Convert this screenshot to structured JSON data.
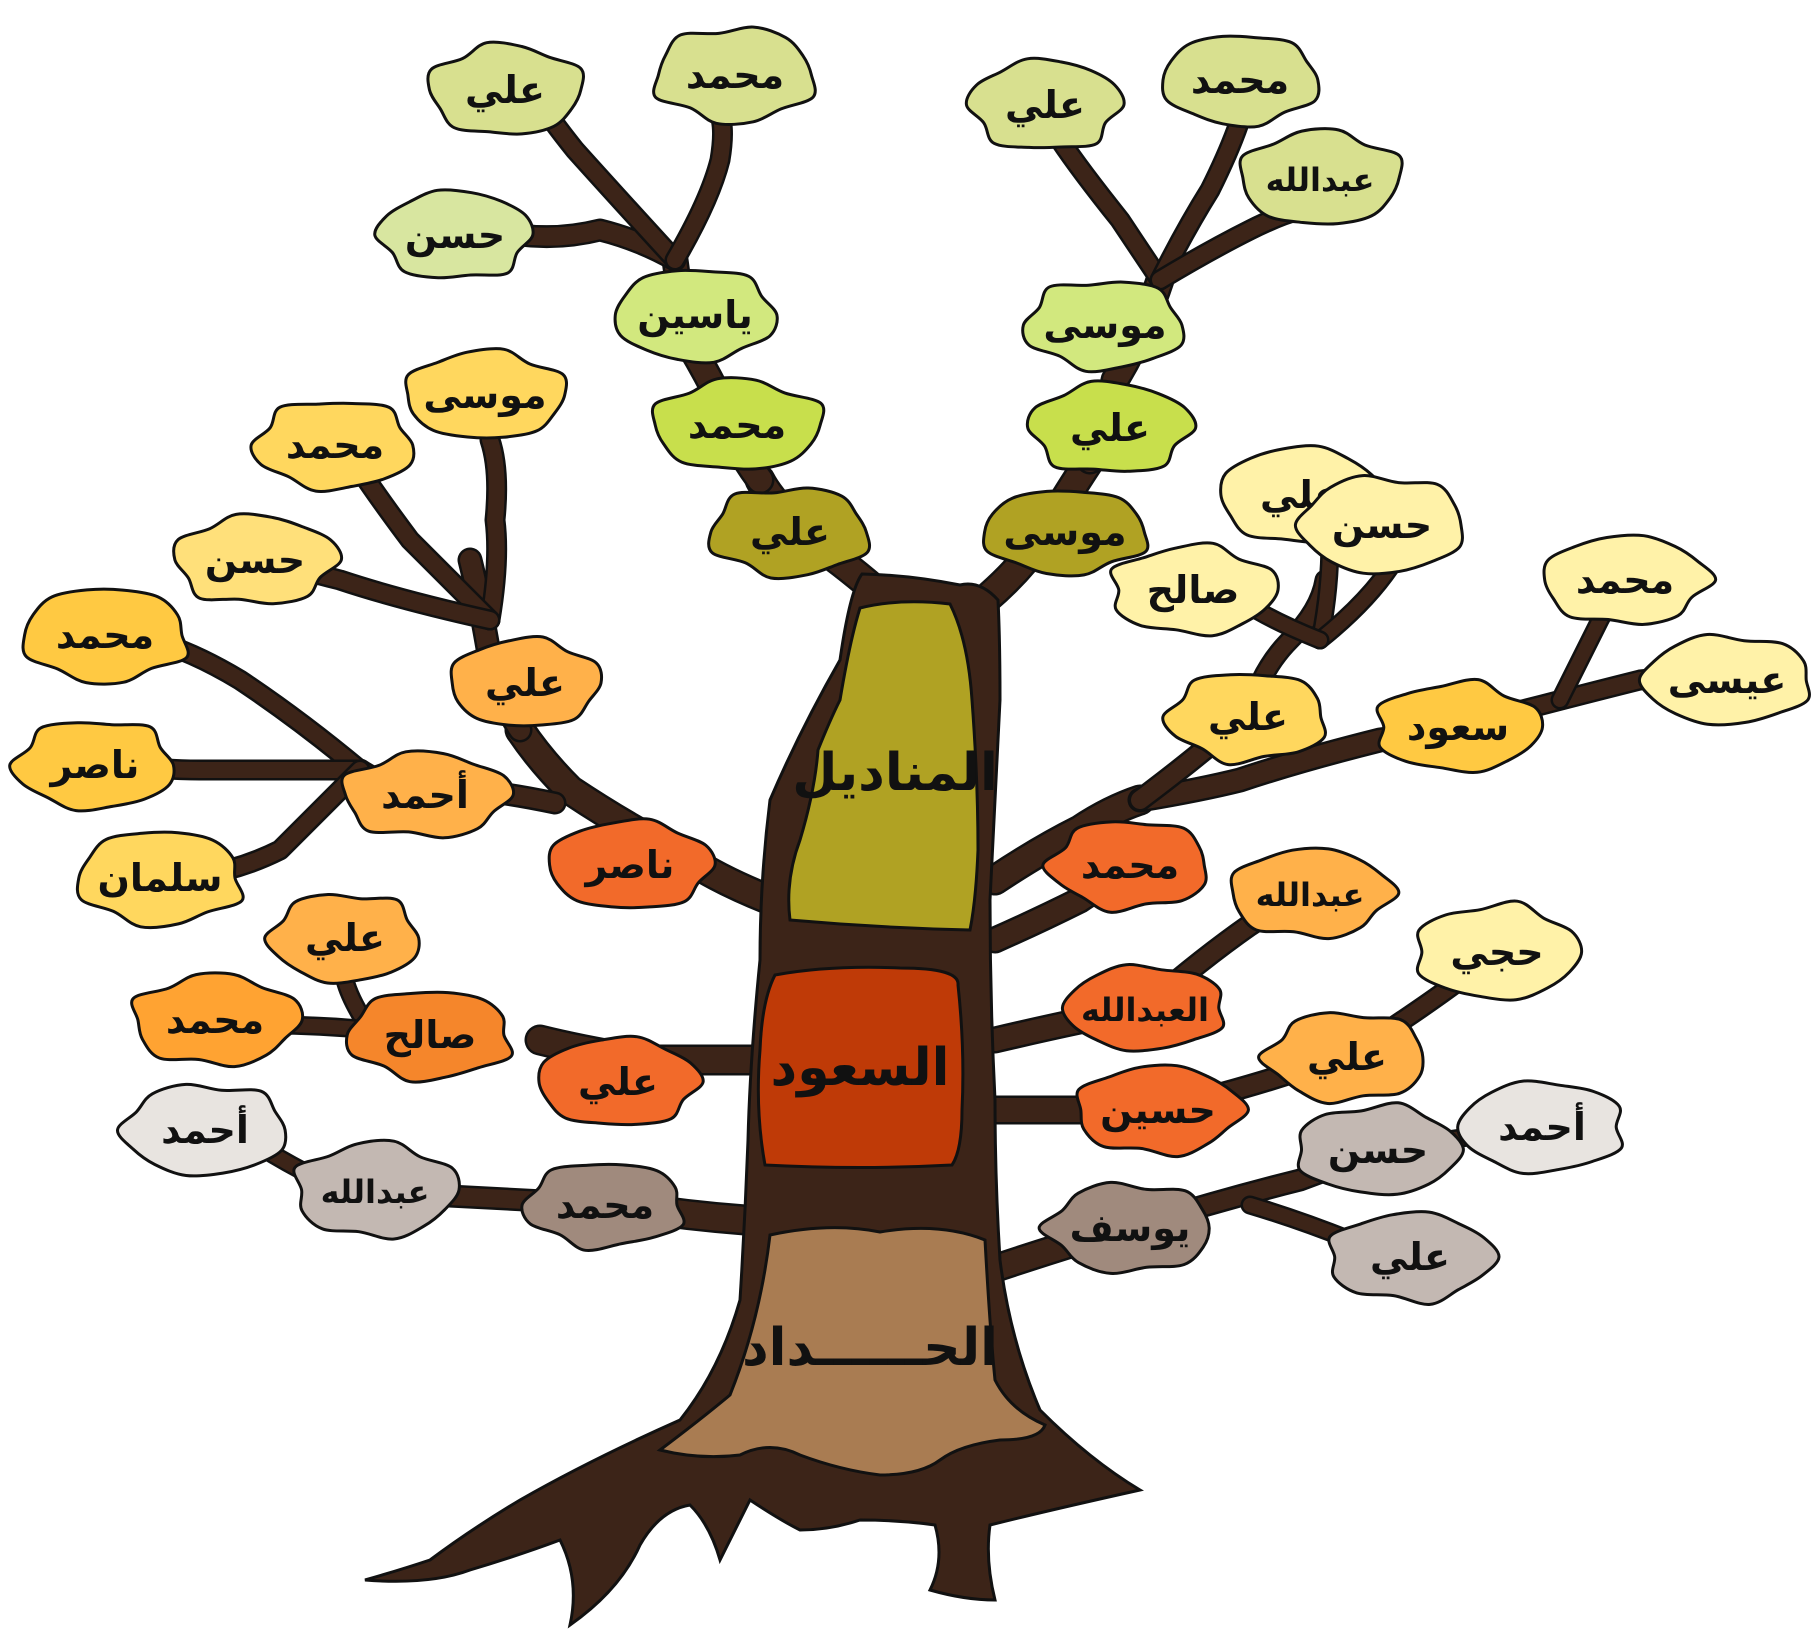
{
  "palette": {
    "trunk": "#3c2418",
    "outline": "#111111",
    "section_top": "#b0a223",
    "section_middle": "#bf3a07",
    "section_bottom": "#a97c52"
  },
  "sections": {
    "top": "المناديل",
    "middle": "السعود",
    "bottom": "الحــــــداد"
  },
  "nodes": [
    {
      "name": "علي",
      "color": "#d8e08f"
    },
    {
      "name": "محمد",
      "color": "#d8e08f"
    },
    {
      "name": "حسن",
      "color": "#d8e6a0"
    },
    {
      "name": "ياسين",
      "color": "#d2e87e"
    },
    {
      "name": "محمد",
      "color": "#c8df4c"
    },
    {
      "name": "علي",
      "color": "#b0a223"
    },
    {
      "name": "علي",
      "color": "#d8e08f"
    },
    {
      "name": "محمد",
      "color": "#d8e08f"
    },
    {
      "name": "عبدالله",
      "color": "#d8e08f"
    },
    {
      "name": "موسى",
      "color": "#d2e87e"
    },
    {
      "name": "علي",
      "color": "#c8df4c"
    },
    {
      "name": "موسى",
      "color": "#b0a223"
    },
    {
      "name": "موسى",
      "color": "#ffd75e"
    },
    {
      "name": "محمد",
      "color": "#ffd75e"
    },
    {
      "name": "حسن",
      "color": "#ffe07a"
    },
    {
      "name": "محمد",
      "color": "#ffc942"
    },
    {
      "name": "علي",
      "color": "#ffb14a"
    },
    {
      "name": "ناصر",
      "color": "#ffc942"
    },
    {
      "name": "أحمد",
      "color": "#ffb14a"
    },
    {
      "name": "سلمان",
      "color": "#ffd75e"
    },
    {
      "name": "ناصر",
      "color": "#f26a2a"
    },
    {
      "name": "علي",
      "color": "#ffb14a"
    },
    {
      "name": "محمد",
      "color": "#ffa332"
    },
    {
      "name": "صالح",
      "color": "#f5862b"
    },
    {
      "name": "علي",
      "color": "#f26a2a"
    },
    {
      "name": "أحمد",
      "color": "#e8e4e0"
    },
    {
      "name": "عبدالله",
      "color": "#c3b8b2"
    },
    {
      "name": "محمد",
      "color": "#a08a7d"
    },
    {
      "name": "علي",
      "color": "#fff2a8"
    },
    {
      "name": "حسن",
      "color": "#fff2a8"
    },
    {
      "name": "صالح",
      "color": "#fff2a8"
    },
    {
      "name": "علي",
      "color": "#ffd75e"
    },
    {
      "name": "محمد",
      "color": "#fff2a8"
    },
    {
      "name": "عيسى",
      "color": "#fff2a8"
    },
    {
      "name": "سعود",
      "color": "#ffc942"
    },
    {
      "name": "محمد",
      "color": "#f26a2a"
    },
    {
      "name": "عبدالله",
      "color": "#ffb14a"
    },
    {
      "name": "العبدالله",
      "color": "#f26a2a"
    },
    {
      "name": "حجي",
      "color": "#fff2a8"
    },
    {
      "name": "علي",
      "color": "#ffb14a"
    },
    {
      "name": "حسين",
      "color": "#f26a2a"
    },
    {
      "name": "أحمد",
      "color": "#e8e4e0"
    },
    {
      "name": "حسن",
      "color": "#c3b8b2"
    },
    {
      "name": "يوسف",
      "color": "#a08a7d"
    },
    {
      "name": "علي",
      "color": "#c3b8b2"
    }
  ]
}
